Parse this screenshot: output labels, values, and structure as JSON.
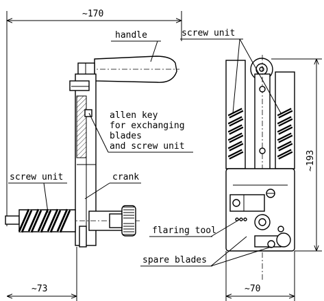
{
  "dimensions": {
    "top_width": "~170",
    "height": "~193",
    "left_bottom": "~73",
    "right_bottom": "~70"
  },
  "labels": {
    "handle": "handle",
    "screw_unit_top": "screw unit",
    "allen_key_1": "allen key",
    "allen_key_2": "for exchanging",
    "allen_key_3": "blades",
    "allen_key_4": "and screw unit",
    "screw_unit_left": "screw unit",
    "crank": "crank",
    "flaring_tool": "flaring tool",
    "spare_blades": "spare blades"
  },
  "colors": {
    "line": "#000000",
    "background": "#ffffff"
  }
}
